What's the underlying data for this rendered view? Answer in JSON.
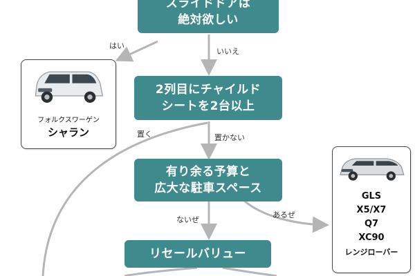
{
  "nodes": {
    "sliding_door": [
      "スライドドアは",
      "絶対欲しい"
    ],
    "child_seat": [
      "2列目にチャイルド",
      "シートを2台以上"
    ],
    "budget": [
      "有り余る予算と",
      "広大な駐車スペース"
    ],
    "resale": "リセールバリュー"
  },
  "edges": {
    "yes": "はい",
    "no": "いいえ",
    "place": "置く",
    "not_place": "置かない",
    "have": "あるぜ",
    "not_have": "ないぜ"
  },
  "cards": {
    "sharan": {
      "brand": "フォルクスワーゲン",
      "model": "シャラン"
    },
    "luxury_suv": {
      "models": [
        "GLS",
        "X5/X7",
        "Q7",
        "XC90",
        "レンジローバー"
      ]
    }
  },
  "colors": {
    "node_fill": "#3f8a8c",
    "arrow": "#b5b5b5",
    "text_on_node": "#ffffff"
  }
}
